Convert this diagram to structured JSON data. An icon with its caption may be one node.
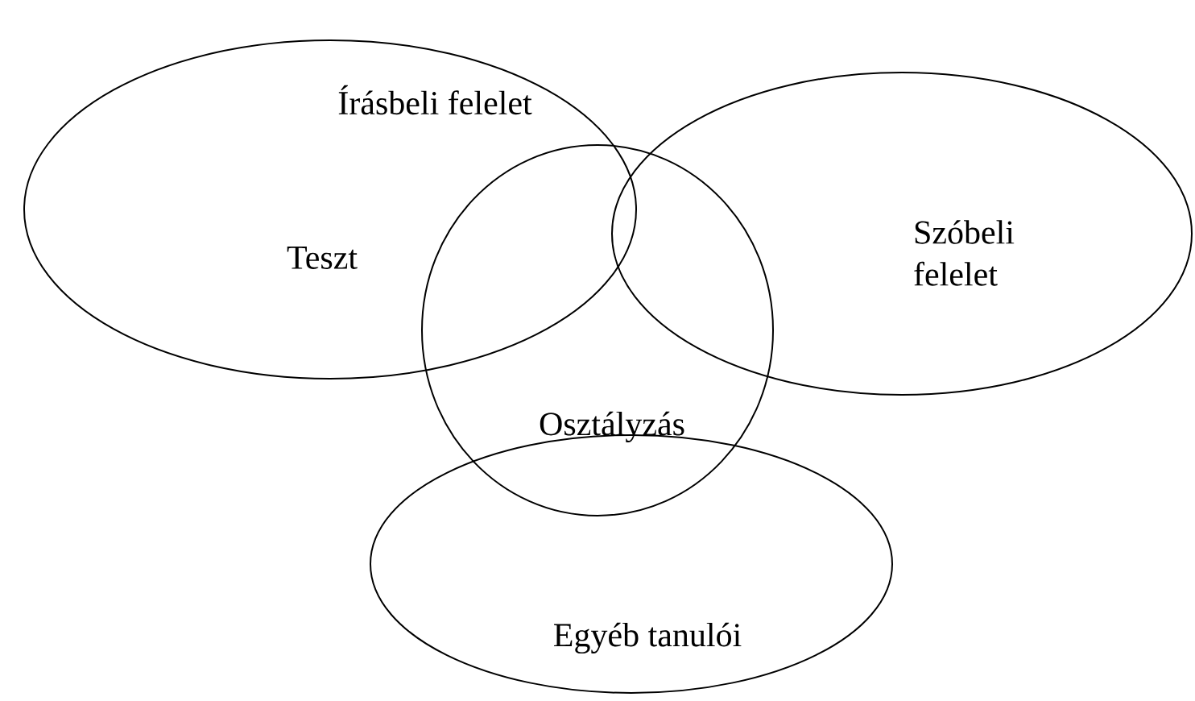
{
  "diagram": {
    "nodes": [
      {
        "text": [
          "Írásbeli felelet",
          "Teszt"
        ]
      },
      {
        "text": [
          "Szóbeli felelet"
        ]
      },
      {
        "text": [
          "Osztályzás"
        ]
      },
      {
        "text": [
          "Egyéb tanulói"
        ]
      }
    ]
  }
}
